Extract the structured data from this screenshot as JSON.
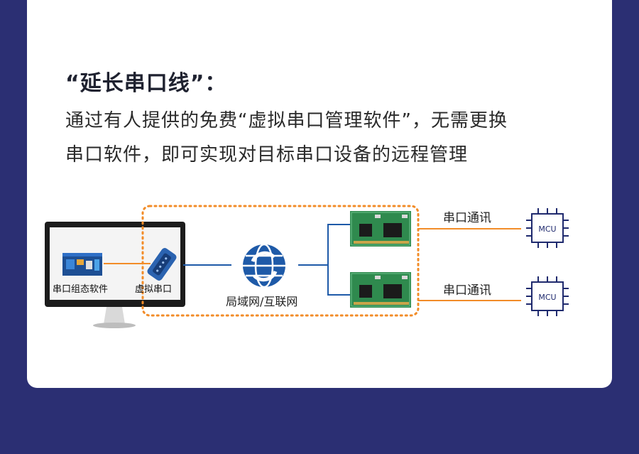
{
  "heading": "“延长串口线”：",
  "paragraph": {
    "line1": "通过有人提供的免费“虚拟串口管理软件”，无需更换",
    "line2": "串口软件，即可实现对目标串口设备的远程管理"
  },
  "diagram": {
    "software_label": "串口组态软件",
    "virtual_port_label": "虚拟串口",
    "network_label": "局域网/互联网",
    "comm_label_1": "串口通讯",
    "comm_label_2": "串口通讯",
    "mcu_label_1": "MCU",
    "mcu_label_2": "MCU",
    "colors": {
      "link": "#1e5aa8",
      "serial": "#f28c28",
      "dotted_frame": "#f28c28",
      "chip": "#1f2a6e",
      "pcb": "#2f8a4e",
      "background": "#2b2f73"
    }
  }
}
